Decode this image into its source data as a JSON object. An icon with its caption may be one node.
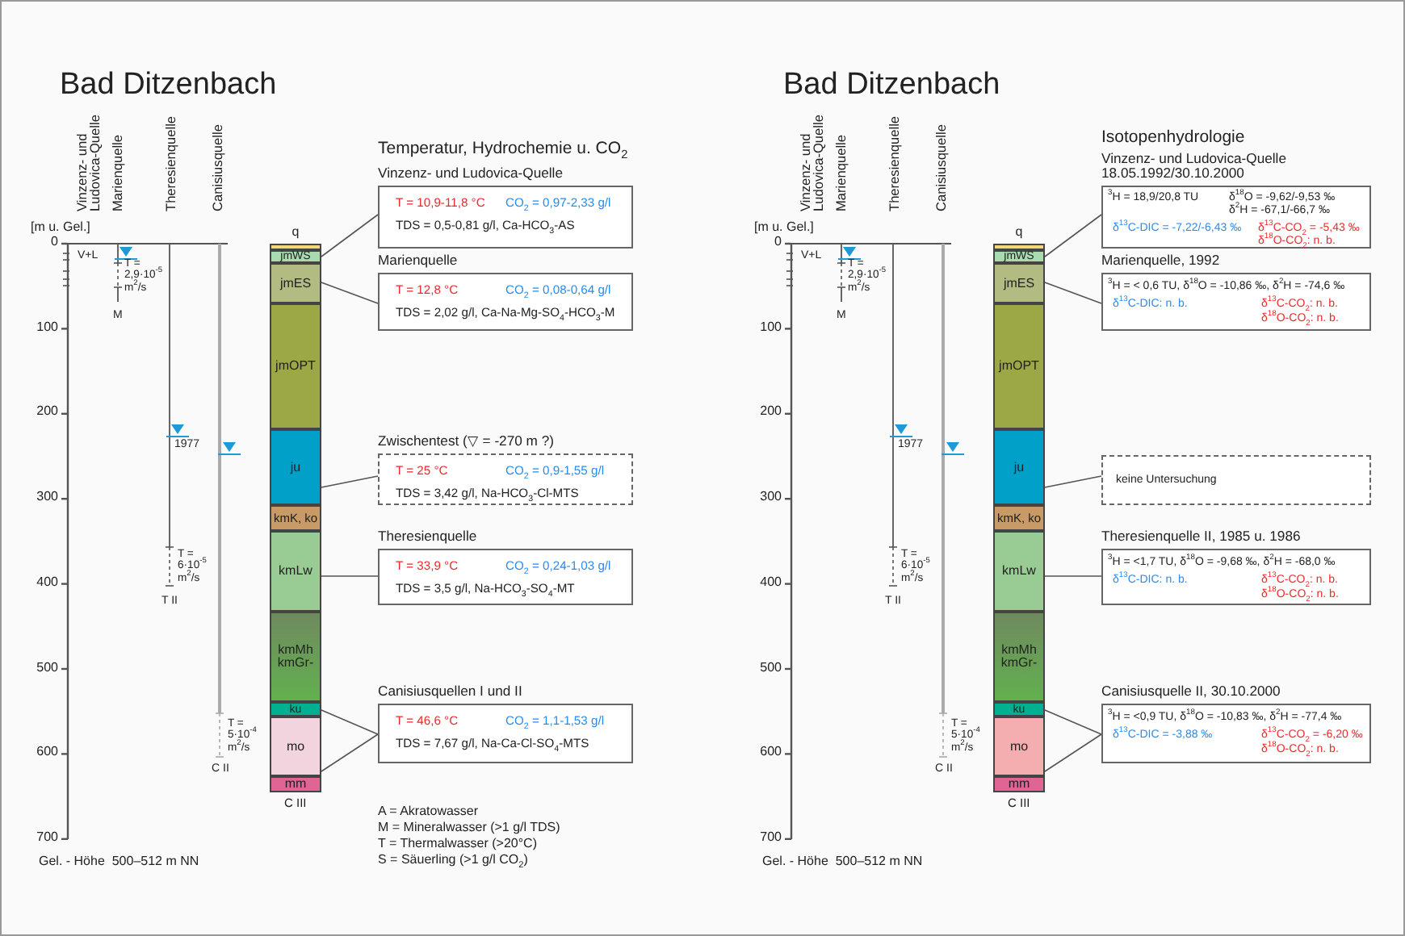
{
  "diagram": {
    "nodes": [
      {
        "text": [
          "q"
        ]
      },
      {
        "text": [
          "jmWS"
        ]
      },
      {
        "text": [
          "jmES"
        ]
      },
      {
        "text": [
          "jmOPT"
        ]
      },
      {
        "text": [
          "ju"
        ]
      },
      {
        "text": [
          "kmK, ko"
        ]
      },
      {
        "text": [
          "kmLw"
        ]
      },
      {
        "text": [
          "kmMh kmGr-"
        ]
      },
      {
        "text": [
          "ku"
        ]
      },
      {
        "text": [
          "mo"
        ]
      },
      {
        "text": [
          "mm"
        ]
      },
      {
        "text": [
          "Vinzenz- und Ludovica-Quelle",
          "T = 10,9-11,8 °C",
          "CO$_{2}$ = 0,97-2,33 g/l",
          "TDS = 0,5-0,81 g/l, Ca-HCO$_{3}$-AS"
        ]
      },
      {
        "text": [
          "Marienquelle",
          "T = 12,8 °C",
          "CO$_{2}$ = 0,08-0,64 g/l",
          "TDS = 2,02 g/l, Ca-Na-Mg-SO$_{4}$-HCO$_{3}$-M"
        ]
      },
      {
        "text": [
          "Zwischentest (▽ = -270 m ?)",
          "T = 25 °C",
          "CO$_{2}$ = 0,9-1,55 g/l",
          "TDS = 3,42 g/l, Na-HCO$_{3}$-Cl-MTS"
        ]
      },
      {
        "text": [
          "Theresienquelle",
          "T = 33,9 °C",
          "CO$_{2}$ = 0,24-1,03 g/l",
          "TDS = 3,5 g/l, Na-HCO$_{3}$-SO$_{4}$-MT"
        ]
      },
      {
        "text": [
          "Canisiusquellen I und II",
          "T = 46,6 °C",
          "CO$_{2}$ = 1,1-1,53 g/l",
          "TDS = 7,67 g/l, Na-Ca-Cl-SO$_{4}$-MTS"
        ]
      },
      {
        "text": [
          "q"
        ]
      },
      {
        "text": [
          "jmWS"
        ]
      },
      {
        "text": [
          "jmES"
        ]
      },
      {
        "text": [
          "jmOPT"
        ]
      },
      {
        "text": [
          "ju"
        ]
      },
      {
        "text": [
          "kmK, ko"
        ]
      },
      {
        "text": [
          "kmLw"
        ]
      },
      {
        "text": [
          "kmMh kmGr-"
        ]
      },
      {
        "text": [
          "ku"
        ]
      },
      {
        "text": [
          "mo"
        ]
      },
      {
        "text": [
          "mm"
        ]
      },
      {
        "text": [
          "Vinzenz- und Ludovica-Quelle 18.05.1992/30.10.2000",
          "$^{3}$H = 18,9/20,8 TU",
          "δ$^{18}$O = -9,62/-9,53 ‰",
          "δ$^{2}$H = -67,1/-66,7 ‰",
          "δ$^{13}$C-DIC = -7,22/-6,43 ‰",
          "δ$^{13}$C-CO$_{2}$ = -5,43 ‰",
          "δ$^{18}$O-CO$_{2}$: n. b."
        ]
      },
      {
        "text": [
          "Marienquelle, 1992",
          "$^{3}$H = < 0,6 TU, δ$^{18}$O = -10,86 ‰, δ$^{2}$H = -74,6 ‰",
          "δ$^{13}$C-DIC: n. b.",
          "δ$^{13}$C-CO$_{2}$: n. b.",
          "δ$^{18}$O-CO$_{2}$: n. b."
        ]
      },
      {
        "text": [
          "keine Untersuchung"
        ]
      },
      {
        "text": [
          "Theresienquelle II, 1985 u. 1986",
          "$^{3}$H = <1,7 TU, δ$^{18}$O = -9,68 ‰, δ$^{2}$H = -68,0 ‰",
          "δ$^{13}$C-DIC: n. b.",
          "δ$^{13}$C-CO$_{2}$: n. b.",
          "δ$^{18}$O-CO$_{2}$: n. b."
        ]
      },
      {
        "text": [
          "Canisiusquelle II, 30.10.2000",
          "$^{3}$H = <0,9 TU, δ$^{18}$O = -10,83 ‰, δ$^{2}$H = -77,4 ‰",
          "δ$^{13}$C-DIC = -3,88 ‰",
          "δ$^{13}$C-CO$_{2}$ = -6,20 ‰",
          "δ$^{18}$O-CO$_{2}$: n. b."
        ]
      }
    ],
    "edges": [
      {
        "from": 1,
        "to": 11,
        "arrow": "none"
      },
      {
        "from": 2,
        "to": 12,
        "arrow": "none"
      },
      {
        "from": 4,
        "to": 13,
        "arrow": "none"
      },
      {
        "from": 6,
        "to": 14,
        "arrow": "none"
      },
      {
        "from": 8,
        "to": 15,
        "arrow": "none"
      },
      {
        "from": 9,
        "to": 15,
        "arrow": "none"
      },
      {
        "from": 17,
        "to": 27,
        "arrow": "none"
      },
      {
        "from": 18,
        "to": 28,
        "arrow": "none"
      },
      {
        "from": 20,
        "to": 29,
        "arrow": "none"
      },
      {
        "from": 22,
        "to": 30,
        "arrow": "none"
      },
      {
        "from": 24,
        "to": 31,
        "arrow": "none"
      },
      {
        "from": 25,
        "to": 31,
        "arrow": "none"
      }
    ],
    "labels": [
      "Bad Ditzenbach",
      "Vinzenz- und Ludovica-Quelle",
      "Marienquelle",
      "Theresienquelle",
      "Canisiusquelle",
      "Temperatur, Hydrochemie u. CO$_{2}$",
      "[m u. Gel.]",
      "0",
      "100",
      "200",
      "300",
      "400",
      "500",
      "600",
      "700",
      "V+L",
      "T = 2,9·10$^{-5}$ m$^{2}$/s",
      "M",
      "1977",
      "T = 6·10$^{-5}$ m$^{2}$/s",
      "T II",
      "T = 5·10$^{-4}$ m$^{2}$/s",
      "C II",
      "C III",
      "Gel. - Höhe  500–512 m NN",
      "A = Akratowasser",
      "M = Mineralwasser (>1 g/l TDS)",
      "T = Thermalwasser (>20°C)",
      "S = Säuerling (>1 g/l CO$_{2}$)",
      "Bad Ditzenbach",
      "Vinzenz- und Ludovica-Quelle",
      "Marienquelle",
      "Theresienquelle",
      "Canisiusquelle",
      "Isotopenhydrologie",
      "[m u. Gel.]",
      "0",
      "100",
      "200",
      "300",
      "400",
      "500",
      "600",
      "700",
      "V+L",
      "T = 2,9·10$^{-5}$ m$^{2}$/s",
      "M",
      "1977",
      "T = 6·10$^{-5}$ m$^{2}$/s",
      "T II",
      "T = 5·10$^{-4}$ m$^{2}$/s",
      "C II",
      "C III",
      "Gel. - Höhe  500–512 m NN"
    ]
  }
}
